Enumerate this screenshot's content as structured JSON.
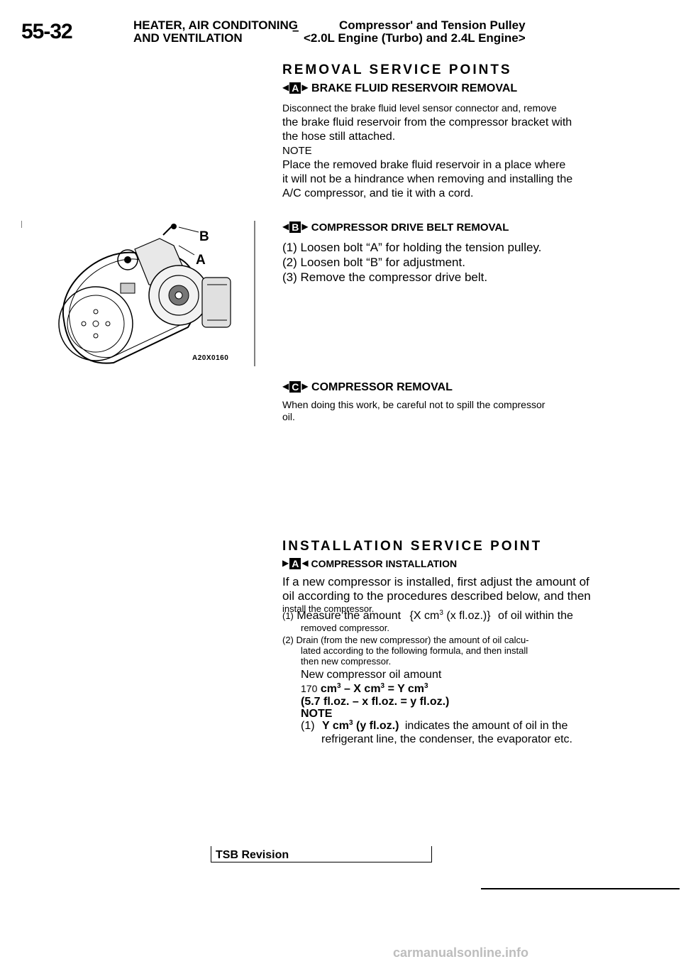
{
  "header": {
    "page_number": "55-32",
    "section_line1": "HEATER, AIR CONDITONING",
    "section_line2": "AND VENTILATION",
    "dash": "–",
    "topic_line1": "Compressor' and Tension Pulley",
    "topic_line2": "<2.0L Engine (Turbo) and 2.4L Engine>"
  },
  "removal": {
    "heading": "REMOVAL SERVICE POINTS",
    "a": {
      "letter": "A",
      "title": "BRAKE FLUID RESERVOIR REMOVAL",
      "lines": [
        "Disconnect the brake fluid level sensor connector and, remove",
        "the brake fluid reservoir from the compressor bracket with",
        "the hose still attached."
      ],
      "note_label": "NOTE",
      "note_lines": [
        "Place the removed brake fluid reservoir in a place where",
        "it will not be a hindrance when removing and installing the",
        "A/C compressor, and tie it with a cord."
      ]
    },
    "b": {
      "letter": "B",
      "title": "COMPRESSOR DRIVE BELT REMOVAL",
      "steps": [
        "(1) Loosen bolt “A” for holding the tension pulley.",
        "(2) Loosen bolt “B” for adjustment.",
        "(3) Remove the compressor drive belt."
      ]
    },
    "c": {
      "letter": "C",
      "title": "COMPRESSOR REMOVAL",
      "lines": [
        "When doing this work, be careful not to spill the compressor",
        "oil."
      ]
    }
  },
  "figure": {
    "label_b": "B",
    "label_a": "A",
    "code": "A20X0160"
  },
  "installation": {
    "heading": "INSTALLATION SERVICE POINT",
    "a": {
      "letter": "A",
      "title": "COMPRESSOR INSTALLATION"
    },
    "intro_lines": [
      "If a new compressor is installed, first adjust the amount of",
      "oil according to the procedures described below, and then",
      "install the compressor."
    ],
    "step1_prefix": "(1)",
    "step1_a": "Measure the amount",
    "step1_b": "{X cm",
    "step1_c": "(x fl.oz.)}",
    "step1_d": "of oil within the",
    "step1_line2": "removed compressor.",
    "step2_lines": [
      "(2) Drain (from the new compressor) the amount of oil calcu-",
      "lated according to the following formula, and then install",
      "then new compressor."
    ],
    "formula_label": "New compressor oil amount",
    "formula_a": "170",
    "formula_b": "cm",
    "formula_c": "– X cm",
    "formula_d": "= Y cm",
    "formula_line2": "(5.7 fl.oz. – x fl.oz. = y fl.oz.)",
    "note_label": "NOTE",
    "note_prefix": "(1)",
    "note_a": "Y cm",
    "note_b": "(y fl.oz.)",
    "note_c": "indicates the amount of oil in the",
    "note_line2": "refrigerant line, the condenser, the evaporator etc.",
    "superscript": "3"
  },
  "tsb": "TSB Revision",
  "footer": "carmanualsonline.info"
}
